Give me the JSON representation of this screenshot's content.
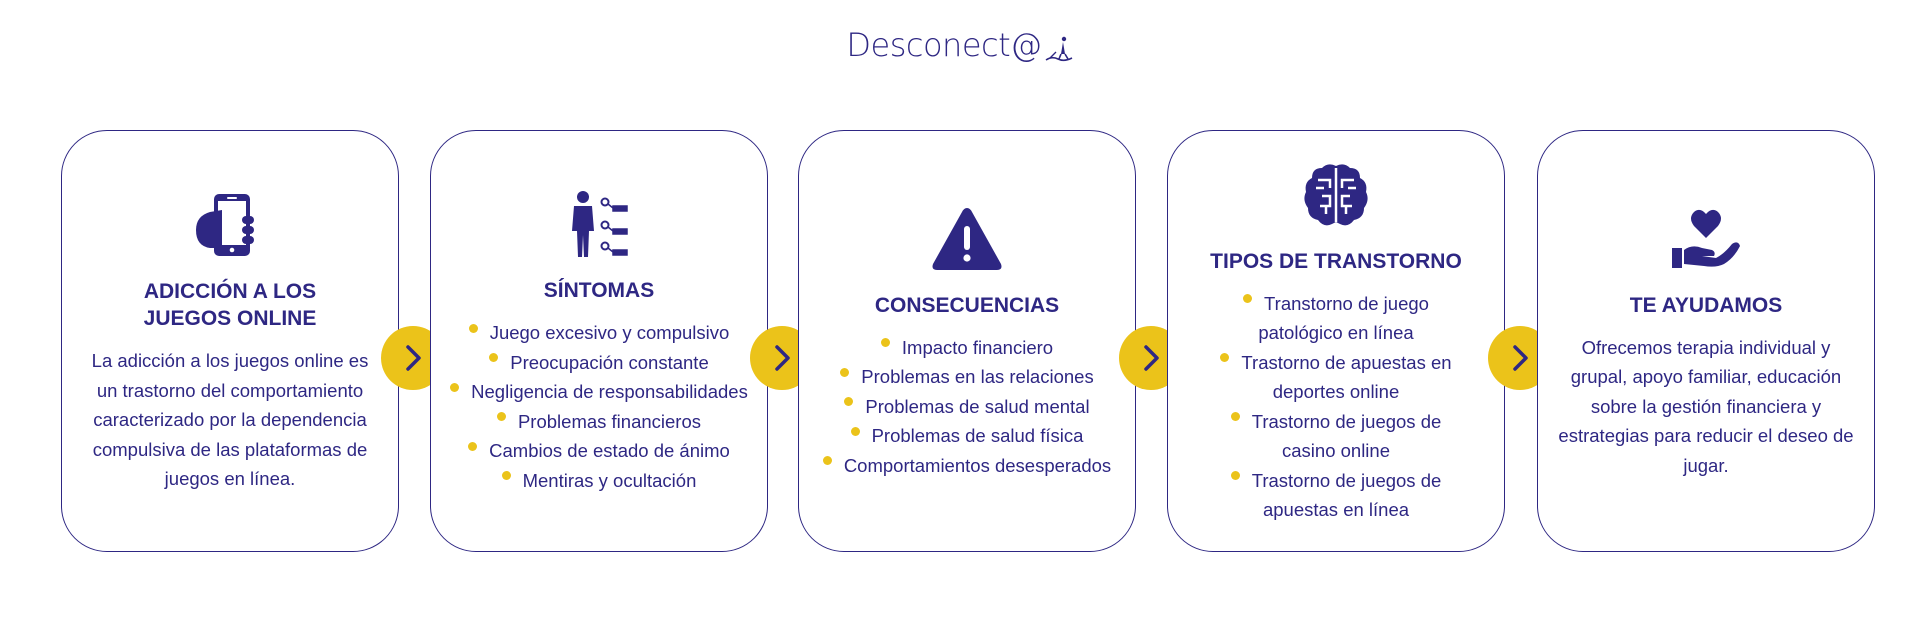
{
  "logo": {
    "text": "Desconect@"
  },
  "colors": {
    "primary": "#2e2783",
    "accent": "#ebc31a",
    "background": "#ffffff"
  },
  "cards": [
    {
      "icon": "smartphone-hand-icon",
      "title_line1": "ADICCIÓN A LOS",
      "title_line2": "JUEGOS ONLINE",
      "body": "La adicción a los juegos online es un trastorno del comportamiento caracterizado por la dependencia compulsiva de las plataformas de juegos en línea."
    },
    {
      "icon": "person-symptoms-icon",
      "title": "SÍNTOMAS",
      "bullets": [
        "Juego excesivo y compulsivo",
        "Preocupación constante",
        "Negligencia de responsabilidades",
        "Problemas financieros",
        "Cambios de estado de ánimo",
        "Mentiras y ocultación"
      ]
    },
    {
      "icon": "warning-triangle-icon",
      "title": "CONSECUENCIAS",
      "bullets": [
        "Impacto financiero",
        "Problemas en las relaciones",
        "Problemas de salud mental",
        "Problemas de salud física",
        "Comportamientos desesperados"
      ]
    },
    {
      "icon": "brain-icon",
      "title": "TIPOS DE TRANSTORNO",
      "bullets": [
        "Transtorno de juego patológico en línea",
        "Trastorno de apuestas en deportes online",
        "Trastorno de juegos de casino online",
        "Trastorno de juegos de apuestas en línea"
      ]
    },
    {
      "icon": "heart-hand-icon",
      "title": "TE AYUDAMOS",
      "body": "Ofrecemos terapia individual y grupal, apoyo familiar, educación sobre la gestión financiera y estrategias para reducir el deseo de jugar."
    }
  ],
  "arrows": [
    "chevron-right-icon",
    "chevron-right-icon",
    "chevron-right-icon",
    "chevron-right-icon"
  ]
}
